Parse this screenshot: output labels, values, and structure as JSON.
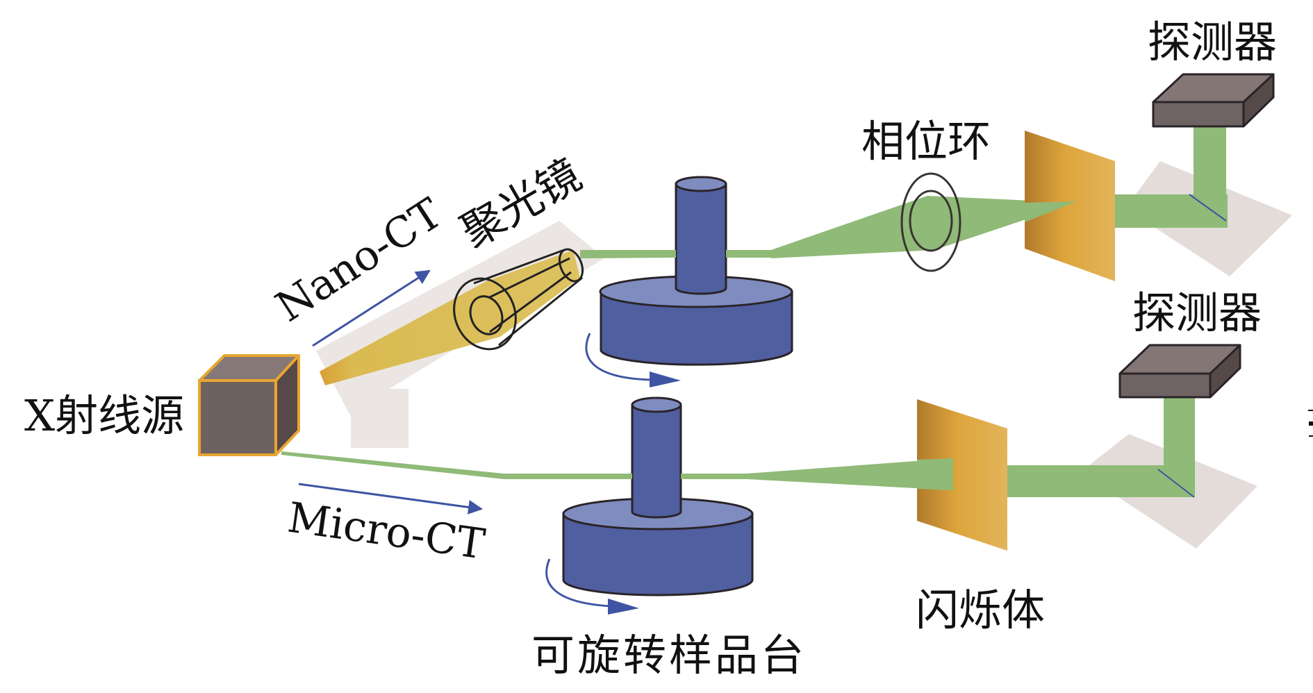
{
  "figure": {
    "type": "schematic",
    "subject": "Nano-CT and Micro-CT imaging setups"
  },
  "labels": {
    "xray_source": "X射线源",
    "nano_ct": "Nano-CT",
    "micro_ct": "Micro-CT",
    "condenser": "聚光镜",
    "phase_ring": "相位环",
    "detector_upper": "探测器",
    "detector_lower": "探测器",
    "scintillator": "闪烁体",
    "rotating_stage": "可旋转样品台"
  },
  "colors": {
    "beam_green": "#8fba77",
    "beam_yellow": "#d9b84a",
    "beam_yellow_core": "#d89a2a",
    "stage_blue": "#4f5fa0",
    "stage_blue_top": "#7f8cc0",
    "arrow_blue": "#3f54a3",
    "source_gray": "#6e6260",
    "source_outline": "#e8a630",
    "detector_gray": "#6e6463",
    "scintillator_dark": "#b07a2c",
    "scintillator_mid": "#dea53c",
    "scintillator_light": "#e2b45a",
    "shadow_gray": "#e3dcd9",
    "outline_dark": "#2a2328"
  }
}
